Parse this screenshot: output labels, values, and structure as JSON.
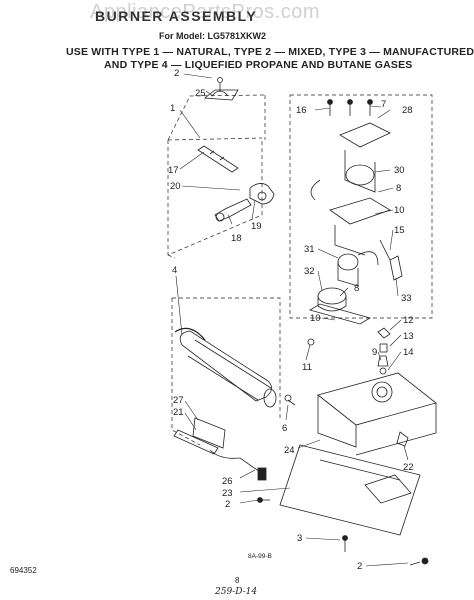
{
  "watermark": "AppliancePartsPros.com",
  "header": {
    "title": "BURNER ASSEMBLY",
    "model": "For Model: LG5781XKW2",
    "usage_line1": "USE WITH TYPE 1 — NATURAL, TYPE 2 — MIXED, TYPE 3 — MANUFACTURED",
    "usage_line2": "AND TYPE 4 — LIQUEFIED PROPANE AND BUTANE GASES"
  },
  "footer": {
    "drawing_code": "8A-99-B",
    "doc_number": "694352",
    "page": "8",
    "handwritten": "259-D-14"
  },
  "callouts": [
    "2",
    "25",
    "1",
    "17",
    "20",
    "18",
    "19",
    "4",
    "27",
    "21",
    "26",
    "23",
    "2",
    "3",
    "6",
    "24",
    "22",
    "16",
    "7",
    "28",
    "30",
    "8",
    "10",
    "15",
    "31",
    "32",
    "8",
    "33",
    "10",
    "11",
    "12",
    "13",
    "9",
    "14",
    "2"
  ]
}
